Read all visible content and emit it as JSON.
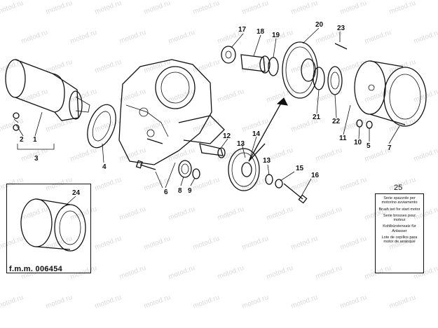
{
  "diagram": {
    "callouts": [
      "1",
      "2",
      "3",
      "4",
      "5",
      "6",
      "7",
      "8",
      "9",
      "10",
      "11",
      "12",
      "13",
      "13",
      "14",
      "15",
      "16",
      "17",
      "18",
      "19",
      "20",
      "21",
      "22",
      "23",
      "24",
      "25"
    ],
    "drawing_code": "f.m.m. 006454",
    "watermark": "motod.ru",
    "kit": {
      "number": "25",
      "lines": [
        "Serie spazzole per motorino avviamento",
        "Brush set for start motor",
        "Serie brosses pour moteur",
        "Kohlbürstensatz für Anlasser",
        "Lote de cepillos para motor de arranque"
      ]
    }
  }
}
